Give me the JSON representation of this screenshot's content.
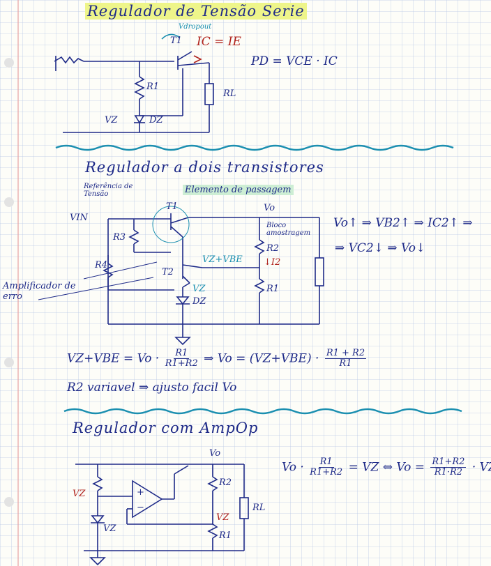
{
  "section1": {
    "title": "Regulador de Tensão Serie",
    "t1_label": "T1",
    "vdrop_label": "Vdropout",
    "current_eq": "IC = IE",
    "r1": "R1",
    "rl": "RL",
    "vz": "VZ",
    "dz": "DZ",
    "power_eq": "PD = VCE · IC"
  },
  "section2": {
    "title": "Regulador a dois transistores",
    "ref_note": "Referência de Tensão",
    "pass_element": "Elemento de passagem",
    "vin": "VIN",
    "vo": "Vo",
    "t1": "T1",
    "t2": "T2",
    "r3": "R3",
    "r4": "R4",
    "r2": "R2",
    "r1": "R1",
    "vz": "VZ",
    "dz": "DZ",
    "vz_vbe": "VZ+VBE",
    "i2": "↓I2",
    "sample_block": "Bloco amostragem",
    "error_amp": "Amplificador de erro",
    "chain_line1": "Vo↑ ⇒ VB2↑ ⇒ IC2↑ ⇒",
    "chain_line2": "⇒ VC2↓ ⇒ Vo↓",
    "eq_left": "VZ+VBE = Vo ·",
    "eq_frac1_num": "R1",
    "eq_frac1_den": "R1+R2",
    "eq_mid": "⇒ Vo = (VZ+VBE) ·",
    "eq_frac2_num": "R1 + R2",
    "eq_frac2_den": "R1",
    "note": "R2 variavel ⇒ ajusto facil Vo"
  },
  "section3": {
    "title": "Regulador com AmpOp",
    "vo": "Vo",
    "r2": "R2",
    "vz_red1": "VZ",
    "vz_red2": "VZ",
    "vz": "VZ",
    "r1": "R1",
    "rl": "RL",
    "eq_a": "Vo ·",
    "eq_frac1_num": "R1",
    "eq_frac1_den": "R1+R2",
    "eq_b": "= VZ ⇔ Vo =",
    "eq_frac2_num": "R1+R2",
    "eq_frac2_den": "R1·R2",
    "eq_c": "· VZ"
  },
  "colors": {
    "ink": "#1e2a88",
    "red": "#b0221c",
    "teal": "#1b8fb0",
    "grid": "#b9c8e6",
    "margin": "#e7a1a1"
  }
}
